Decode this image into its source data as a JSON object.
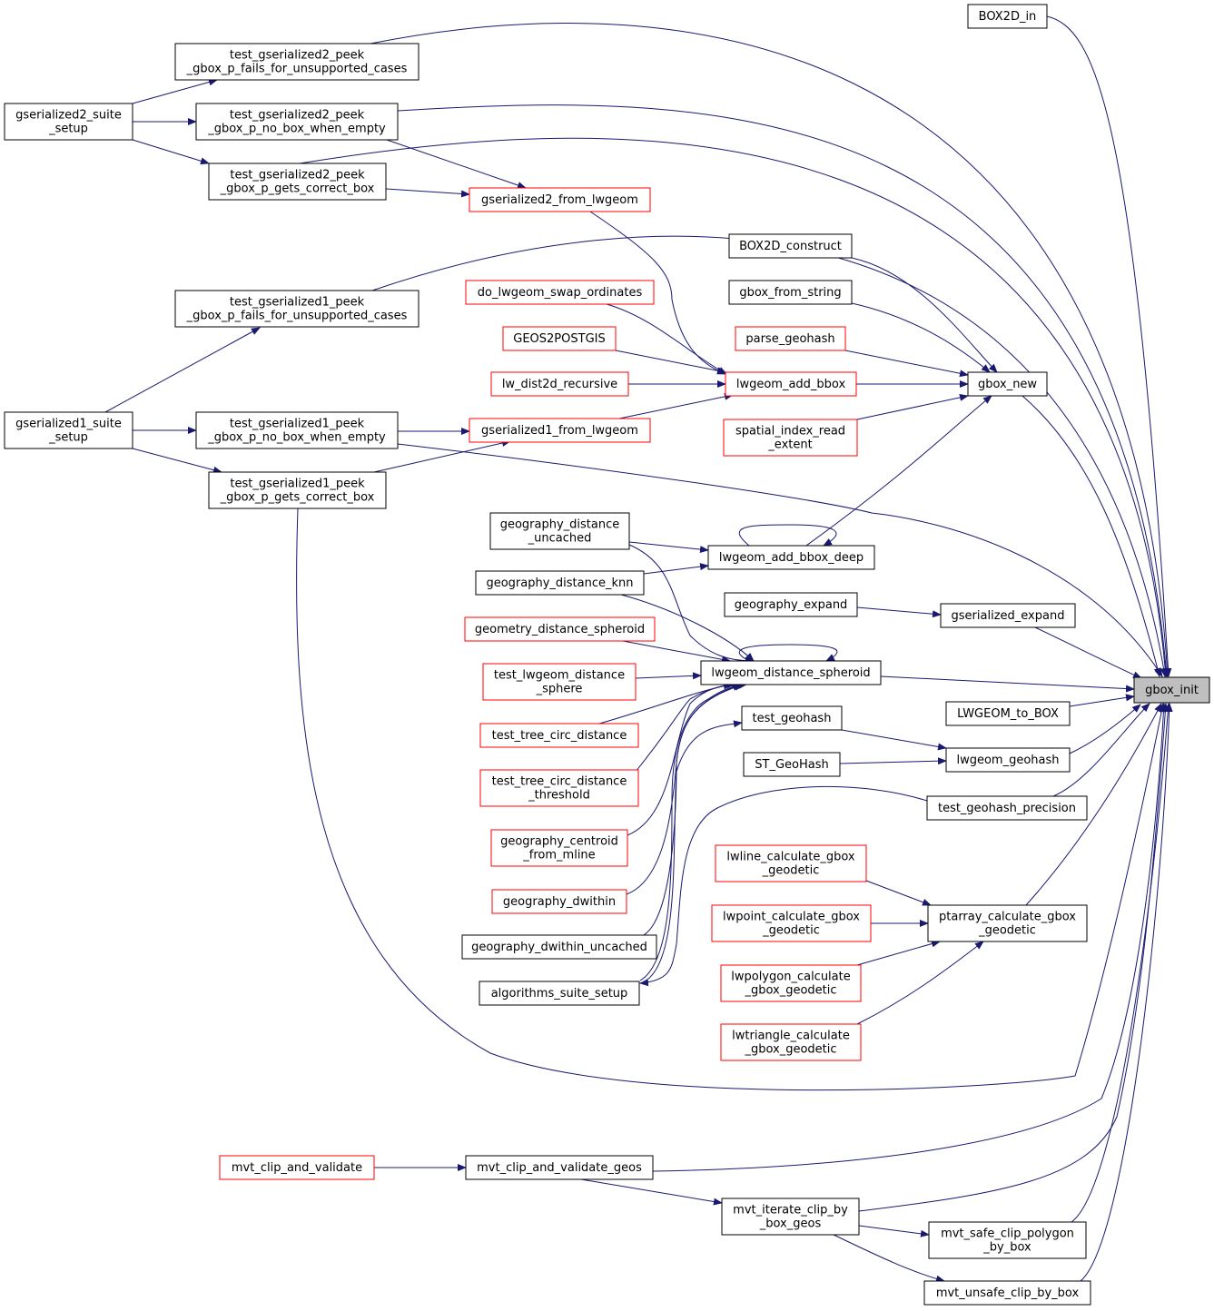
{
  "colors": {
    "edge": "#191970",
    "border_default": "#000000",
    "border_incomplete": "#ff0000",
    "focus_fill": "#bfbfbf",
    "fill": "#ffffff"
  },
  "nodes": [
    {
      "id": "gbox_init",
      "lines": [
        "gbox_init"
      ],
      "kind": "focus"
    },
    {
      "id": "BOX2D_in",
      "lines": [
        "BOX2D_in"
      ],
      "kind": "normal"
    },
    {
      "id": "t_gs2_fails",
      "lines": [
        "test_gserialized2_peek",
        "_gbox_p_fails_for_unsupported_cases"
      ],
      "kind": "normal"
    },
    {
      "id": "gs2_suite",
      "lines": [
        "gserialized2_suite",
        "_setup"
      ],
      "kind": "normal"
    },
    {
      "id": "t_gs2_nobox",
      "lines": [
        "test_gserialized2_peek",
        "_gbox_p_no_box_when_empty"
      ],
      "kind": "normal"
    },
    {
      "id": "t_gs2_correct",
      "lines": [
        "test_gserialized2_peek",
        "_gbox_p_gets_correct_box"
      ],
      "kind": "normal"
    },
    {
      "id": "gs2_from_lwgeom",
      "lines": [
        "gserialized2_from_lwgeom"
      ],
      "kind": "red"
    },
    {
      "id": "BOX2D_construct",
      "lines": [
        "BOX2D_construct"
      ],
      "kind": "normal"
    },
    {
      "id": "gbox_from_string",
      "lines": [
        "gbox_from_string"
      ],
      "kind": "normal"
    },
    {
      "id": "do_lwgeom_swap",
      "lines": [
        "do_lwgeom_swap_ordinates"
      ],
      "kind": "red"
    },
    {
      "id": "t_gs1_fails",
      "lines": [
        "test_gserialized1_peek",
        "_gbox_p_fails_for_unsupported_cases"
      ],
      "kind": "normal"
    },
    {
      "id": "GEOS2POSTGIS",
      "lines": [
        "GEOS2POSTGIS"
      ],
      "kind": "red"
    },
    {
      "id": "parse_geohash",
      "lines": [
        "parse_geohash"
      ],
      "kind": "red"
    },
    {
      "id": "lw_dist2d_recursive",
      "lines": [
        "lw_dist2d_recursive"
      ],
      "kind": "red"
    },
    {
      "id": "lwgeom_add_bbox",
      "lines": [
        "lwgeom_add_bbox"
      ],
      "kind": "red"
    },
    {
      "id": "gbox_new",
      "lines": [
        "gbox_new"
      ],
      "kind": "normal"
    },
    {
      "id": "gs1_suite",
      "lines": [
        "gserialized1_suite",
        "_setup"
      ],
      "kind": "normal"
    },
    {
      "id": "t_gs1_nobox",
      "lines": [
        "test_gserialized1_peek",
        "_gbox_p_no_box_when_empty"
      ],
      "kind": "normal"
    },
    {
      "id": "gs1_from_lwgeom",
      "lines": [
        "gserialized1_from_lwgeom"
      ],
      "kind": "red"
    },
    {
      "id": "spatial_index",
      "lines": [
        "spatial_index_read",
        "_extent"
      ],
      "kind": "red"
    },
    {
      "id": "t_gs1_correct",
      "lines": [
        "test_gserialized1_peek",
        "_gbox_p_gets_correct_box"
      ],
      "kind": "normal"
    },
    {
      "id": "geog_dist_uncached",
      "lines": [
        "geography_distance",
        "_uncached"
      ],
      "kind": "normal"
    },
    {
      "id": "lwgeom_add_bbox_deep",
      "lines": [
        "lwgeom_add_bbox_deep"
      ],
      "kind": "normal"
    },
    {
      "id": "geog_dist_knn",
      "lines": [
        "geography_distance_knn"
      ],
      "kind": "normal"
    },
    {
      "id": "geog_expand",
      "lines": [
        "geography_expand"
      ],
      "kind": "normal"
    },
    {
      "id": "gs_expand",
      "lines": [
        "gserialized_expand"
      ],
      "kind": "normal"
    },
    {
      "id": "geom_dist_spheroid",
      "lines": [
        "geometry_distance_spheroid"
      ],
      "kind": "red"
    },
    {
      "id": "t_lwgeom_dist_sphere",
      "lines": [
        "test_lwgeom_distance",
        "_sphere"
      ],
      "kind": "red"
    },
    {
      "id": "lwgeom_dist_spheroid",
      "lines": [
        "lwgeom_distance_spheroid"
      ],
      "kind": "normal"
    },
    {
      "id": "LWGEOM_to_BOX",
      "lines": [
        "LWGEOM_to_BOX"
      ],
      "kind": "normal"
    },
    {
      "id": "test_geohash",
      "lines": [
        "test_geohash"
      ],
      "kind": "normal"
    },
    {
      "id": "t_tree_circ",
      "lines": [
        "test_tree_circ_distance"
      ],
      "kind": "red"
    },
    {
      "id": "ST_GeoHash",
      "lines": [
        "ST_GeoHash"
      ],
      "kind": "normal"
    },
    {
      "id": "lwgeom_geohash",
      "lines": [
        "lwgeom_geohash"
      ],
      "kind": "normal"
    },
    {
      "id": "t_tree_circ_thr",
      "lines": [
        "test_tree_circ_distance",
        "_threshold"
      ],
      "kind": "red"
    },
    {
      "id": "t_geohash_prec",
      "lines": [
        "test_geohash_precision"
      ],
      "kind": "normal"
    },
    {
      "id": "geog_centroid",
      "lines": [
        "geography_centroid",
        "_from_mline"
      ],
      "kind": "red"
    },
    {
      "id": "lwline_calc",
      "lines": [
        "lwline_calculate_gbox",
        "_geodetic"
      ],
      "kind": "red"
    },
    {
      "id": "geog_dwithin",
      "lines": [
        "geography_dwithin"
      ],
      "kind": "red"
    },
    {
      "id": "lwpoint_calc",
      "lines": [
        "lwpoint_calculate_gbox",
        "_geodetic"
      ],
      "kind": "red"
    },
    {
      "id": "ptarray_calc",
      "lines": [
        "ptarray_calculate_gbox",
        "_geodetic"
      ],
      "kind": "normal"
    },
    {
      "id": "geog_dwithin_unc",
      "lines": [
        "geography_dwithin_uncached"
      ],
      "kind": "normal"
    },
    {
      "id": "lwpolygon_calc",
      "lines": [
        "lwpolygon_calculate",
        "_gbox_geodetic"
      ],
      "kind": "red"
    },
    {
      "id": "algorithms_suite",
      "lines": [
        "algorithms_suite_setup"
      ],
      "kind": "normal"
    },
    {
      "id": "lwtriangle_calc",
      "lines": [
        "lwtriangle_calculate",
        "_gbox_geodetic"
      ],
      "kind": "red"
    },
    {
      "id": "mvt_clip_validate",
      "lines": [
        "mvt_clip_and_validate"
      ],
      "kind": "red"
    },
    {
      "id": "mvt_clip_validate_geos",
      "lines": [
        "mvt_clip_and_validate_geos"
      ],
      "kind": "normal"
    },
    {
      "id": "mvt_iterate",
      "lines": [
        "mvt_iterate_clip_by",
        "_box_geos"
      ],
      "kind": "normal"
    },
    {
      "id": "mvt_safe",
      "lines": [
        "mvt_safe_clip_polygon",
        "_by_box"
      ],
      "kind": "normal"
    },
    {
      "id": "mvt_unsafe",
      "lines": [
        "mvt_unsafe_clip_by_box"
      ],
      "kind": "normal"
    }
  ]
}
